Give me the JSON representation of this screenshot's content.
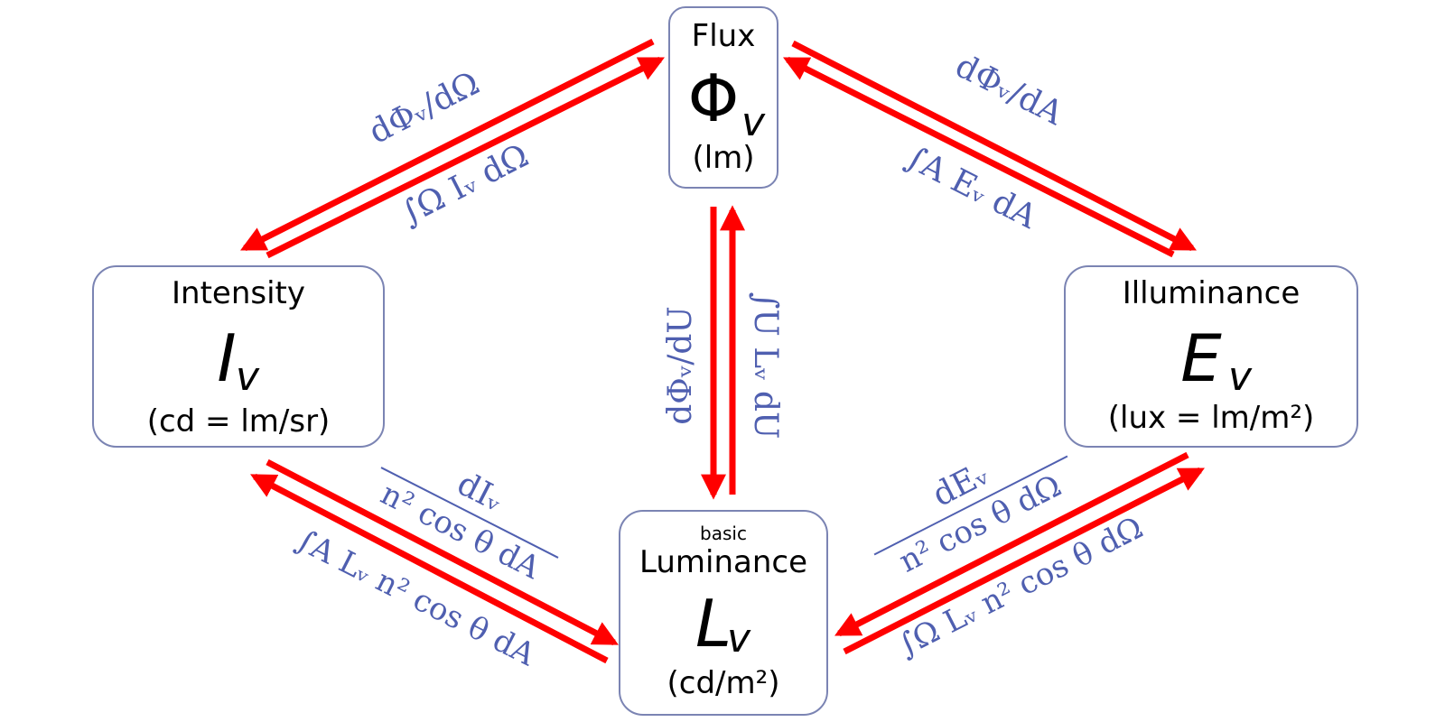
{
  "colors": {
    "arrow": "#ff0000",
    "formula": "#4f5fb0",
    "box_border": "#7b84b3",
    "text": "#000000"
  },
  "nodes": {
    "flux": {
      "name": "Flux",
      "symbol": "Φ",
      "symbol_sub": "v",
      "unit": "(lm)"
    },
    "intensity": {
      "name": "Intensity",
      "symbol": "I",
      "symbol_sub": "v",
      "unit": "(cd = lm/sr)"
    },
    "illuminance": {
      "name": "Illuminance",
      "symbol": "E",
      "symbol_sub": "v",
      "unit": "(lux = lm/m²)"
    },
    "luminance": {
      "tag": "basic",
      "name": "Luminance",
      "symbol": "L",
      "symbol_sub": "v",
      "unit": "(cd/m²)"
    }
  },
  "relations": {
    "flux_to_intensity": "dΦᵥ/dΩ",
    "intensity_to_flux": "∫Ω Iᵥ dΩ",
    "flux_to_illuminance": "dΦᵥ/dA",
    "illuminance_to_flux": "∫A Eᵥ dA",
    "flux_to_luminance": "dΦᵥ/dU",
    "luminance_to_flux": "∫U Lᵥ dU",
    "intensity_to_luminance_num": "dIᵥ",
    "intensity_to_luminance_den": "n² cos θ dA",
    "luminance_to_intensity": "∫A Lᵥ n² cos θ dA",
    "illuminance_to_luminance_num": "dEᵥ",
    "illuminance_to_luminance_den": "n² cos θ dΩ",
    "luminance_to_illuminance": "∫Ω Lᵥ n² cos θ dΩ"
  }
}
